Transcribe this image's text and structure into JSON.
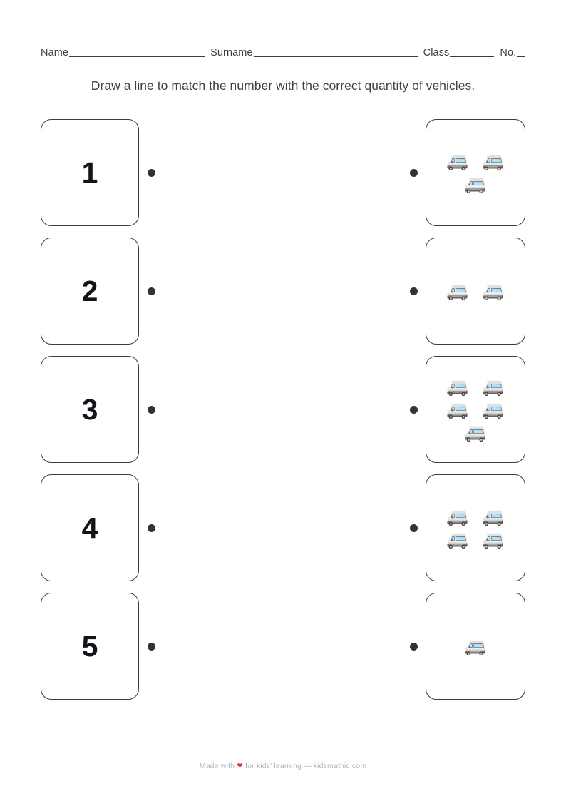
{
  "header": {
    "name_label": "Name",
    "surname_label": "Surname",
    "class_label": "Class",
    "no_label": "No."
  },
  "instruction": "Draw a line to match the number with the correct quantity of vehicles.",
  "worksheet": {
    "vehicle_icon": "minibus-emoji",
    "vehicle_glyph": "🚐",
    "number_cards": [
      {
        "digit": "1"
      },
      {
        "digit": "2"
      },
      {
        "digit": "3"
      },
      {
        "digit": "4"
      },
      {
        "digit": "5"
      }
    ],
    "quantity_cards": [
      {
        "count": 3
      },
      {
        "count": 2
      },
      {
        "count": 5
      },
      {
        "count": 4
      },
      {
        "count": 1
      }
    ]
  },
  "footer": {
    "prefix": "Made with",
    "heart": "❤",
    "suffix": "for kids' learning — kidsmathic.com"
  },
  "colors": {
    "ink": "#2e3338",
    "border": "#3b3b3b",
    "dot": "#333333",
    "footer_text": "#b0b4b8",
    "heart": "#e8353d"
  }
}
